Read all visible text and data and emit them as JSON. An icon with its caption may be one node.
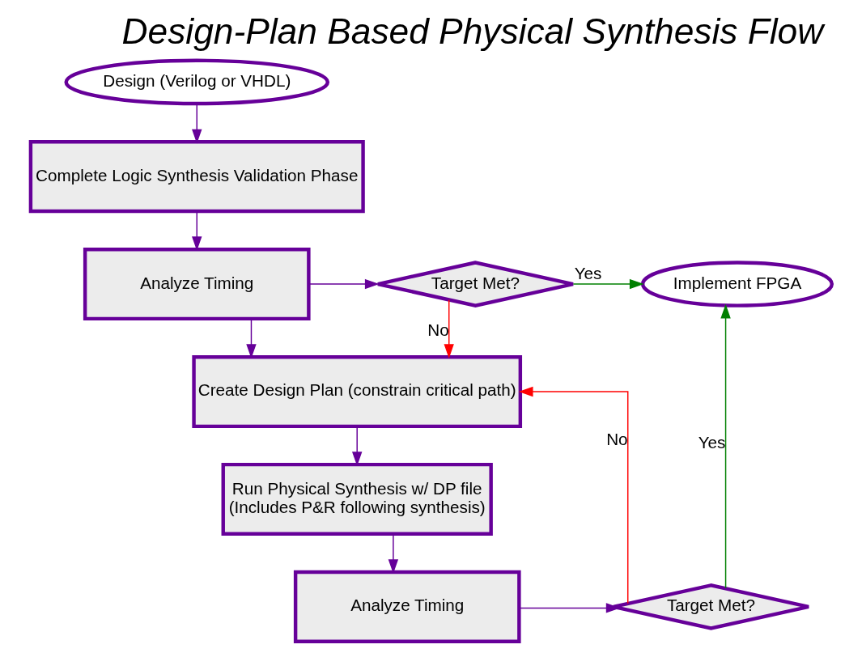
{
  "diagram": {
    "title": "Design-Plan Based Physical Synthesis Flow",
    "nodes": [
      {
        "text": [
          "Design (Verilog or VHDL)"
        ]
      },
      {
        "text": [
          "Complete Logic Synthesis Validation Phase"
        ]
      },
      {
        "text": [
          "Analyze Timing"
        ]
      },
      {
        "text": [
          "Target Met?"
        ]
      },
      {
        "text": [
          "Implement FPGA"
        ]
      },
      {
        "text": [
          "Create Design Plan (constrain critical path)"
        ]
      },
      {
        "text": [
          "Run Physical Synthesis w/ DP file",
          "(Includes P&R following synthesis)"
        ]
      },
      {
        "text": [
          "Analyze Timing"
        ]
      },
      {
        "text": [
          "Target Met?"
        ]
      }
    ],
    "edges": [
      {
        "from": 0,
        "to": 1,
        "arrow": "to"
      },
      {
        "from": 1,
        "to": 2,
        "arrow": "to"
      },
      {
        "from": 2,
        "to": 3,
        "arrow": "to"
      },
      {
        "from": 3,
        "to": 4,
        "arrow": "to",
        "label": "Yes",
        "color": "#008000"
      },
      {
        "from": 2,
        "to": 5,
        "arrow": "to"
      },
      {
        "from": 3,
        "to": 5,
        "arrow": "to",
        "label": "No",
        "color": "#ff0000"
      },
      {
        "from": 5,
        "to": 6,
        "arrow": "to"
      },
      {
        "from": 6,
        "to": 7,
        "arrow": "to"
      },
      {
        "from": 7,
        "to": 8,
        "arrow": "to"
      },
      {
        "from": 8,
        "to": 4,
        "arrow": "to",
        "label": "Yes",
        "color": "#008000"
      },
      {
        "from": 8,
        "to": 5,
        "arrow": "to",
        "label": "No",
        "color": "#ff0000"
      }
    ]
  }
}
